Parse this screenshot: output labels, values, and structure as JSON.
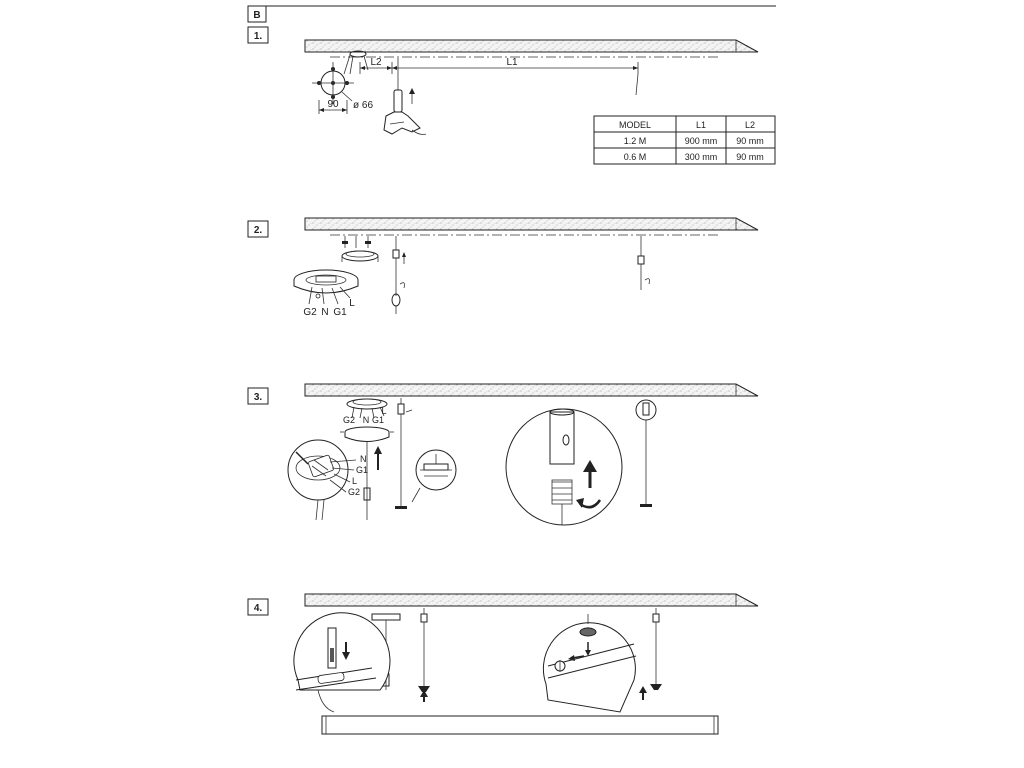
{
  "section_label": "B",
  "steps": [
    {
      "number": "1."
    },
    {
      "number": "2."
    },
    {
      "number": "3."
    },
    {
      "number": "4."
    }
  ],
  "step1": {
    "dim_l2": "L2",
    "dim_l1": "L1",
    "dim_90": "90",
    "dim_diameter": "ø 66"
  },
  "spec_table": {
    "headers": [
      "MODEL",
      "L1",
      "L2"
    ],
    "rows": [
      [
        "1.2 M",
        "900 mm",
        "90 mm"
      ],
      [
        "0.6 M",
        "300 mm",
        "90 mm"
      ]
    ]
  },
  "step2": {
    "wire_labels": [
      "G2",
      "N",
      "G1",
      "L"
    ]
  },
  "step3": {
    "top_labels": [
      "G2",
      "N",
      "G1",
      "L"
    ],
    "side_labels": [
      "N",
      "G1",
      "L",
      "G2"
    ]
  },
  "icons": {
    "ceiling": "concrete-ceiling-slab",
    "drill": "drill-icon",
    "arrow_up": "arrow-up-icon",
    "arrow_down": "arrow-down-icon",
    "rotate": "rotate-arrow-icon",
    "magnifier": "detail-circle"
  },
  "colors": {
    "line": "#222222",
    "background": "#ffffff",
    "ceiling_fill": "#f3f3f3"
  }
}
